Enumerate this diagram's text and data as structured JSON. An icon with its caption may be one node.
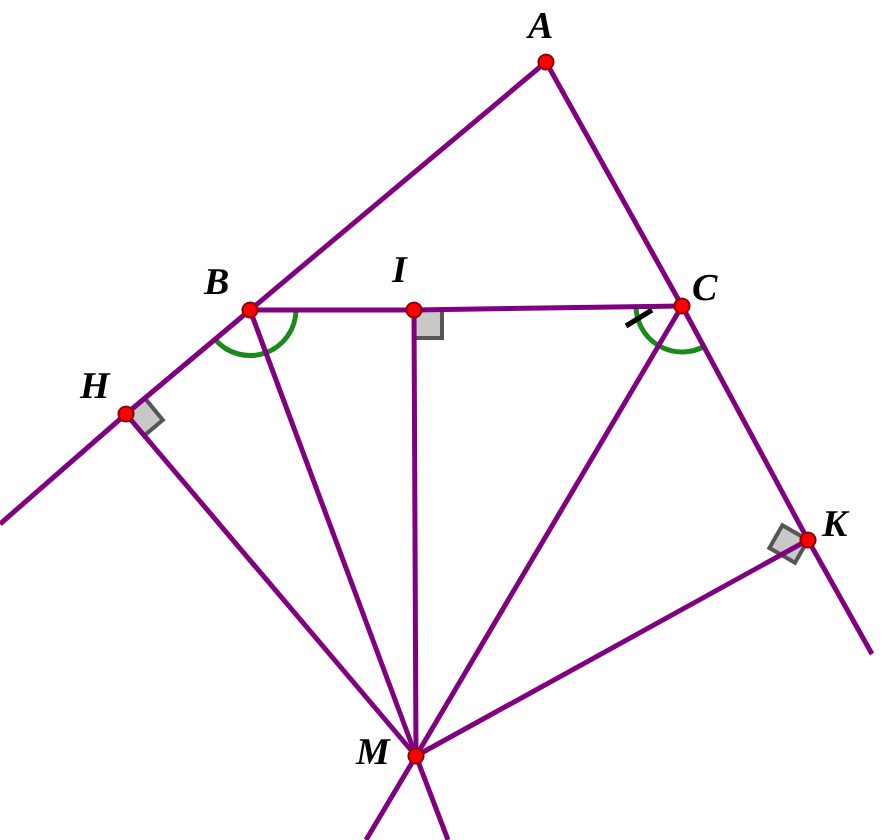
{
  "diagram": {
    "nodes": [
      {
        "text": [
          "A"
        ]
      },
      {
        "text": [
          "B"
        ]
      },
      {
        "text": [
          "I"
        ]
      },
      {
        "text": [
          "C"
        ]
      },
      {
        "text": [
          "H"
        ]
      },
      {
        "text": [
          "K"
        ]
      },
      {
        "text": [
          "M"
        ]
      }
    ],
    "edges": [
      {
        "from": 0,
        "to": 1,
        "arrow": "none"
      },
      {
        "from": 1,
        "to": 4,
        "arrow": "none"
      },
      {
        "from": 4,
        "to": null,
        "arrow": "none"
      },
      {
        "from": 0,
        "to": 3,
        "arrow": "none"
      },
      {
        "from": 3,
        "to": 5,
        "arrow": "none"
      },
      {
        "from": 5,
        "to": null,
        "arrow": "none"
      },
      {
        "from": 1,
        "to": 2,
        "arrow": "none"
      },
      {
        "from": 2,
        "to": 3,
        "arrow": "none"
      },
      {
        "from": 6,
        "to": 4,
        "arrow": "none"
      },
      {
        "from": 6,
        "to": 1,
        "arrow": "none"
      },
      {
        "from": 6,
        "to": 2,
        "arrow": "none"
      },
      {
        "from": 6,
        "to": 3,
        "arrow": "none"
      },
      {
        "from": 6,
        "to": 5,
        "arrow": "none"
      },
      {
        "from": 6,
        "to": null,
        "arrow": "none"
      },
      {
        "from": 6,
        "to": null,
        "arrow": "none"
      }
    ]
  }
}
